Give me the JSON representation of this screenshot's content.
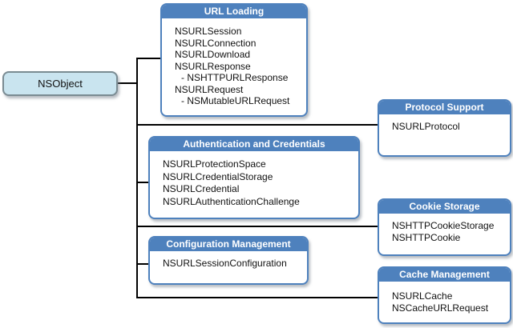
{
  "colors": {
    "header_blue": "#4e81bd",
    "box_border": "#4e81bd",
    "nsobject_fill": "#c9e4ef",
    "nsobject_border": "#7a8b92",
    "line": "#000000"
  },
  "root": {
    "label": "NSObject"
  },
  "groups": [
    {
      "id": "url-loading",
      "title": "URL Loading",
      "items": [
        "NSURLSession",
        "NSURLConnection",
        "NSURLDownload",
        "NSURLResponse",
        "- NSHTTPURLResponse",
        "NSURLRequest",
        "- NSMutableURLRequest"
      ]
    },
    {
      "id": "protocol-support",
      "title": "Protocol Support",
      "items": [
        "NSURLProtocol"
      ]
    },
    {
      "id": "authentication-and-credentials",
      "title": "Authentication and Credentials",
      "items": [
        "NSURLProtectionSpace",
        "NSURLCredentialStorage",
        "NSURLCredential",
        "NSURLAuthenticationChallenge"
      ]
    },
    {
      "id": "cookie-storage",
      "title": "Cookie Storage",
      "items": [
        "NSHTTPCookieStorage",
        "NSHTTPCookie"
      ]
    },
    {
      "id": "configuration-management",
      "title": "Configuration Management",
      "items": [
        "NSURLSessionConfiguration"
      ]
    },
    {
      "id": "cache-management",
      "title": "Cache Management",
      "items": [
        "NSURLCache",
        "NSCacheURLRequest"
      ]
    }
  ]
}
